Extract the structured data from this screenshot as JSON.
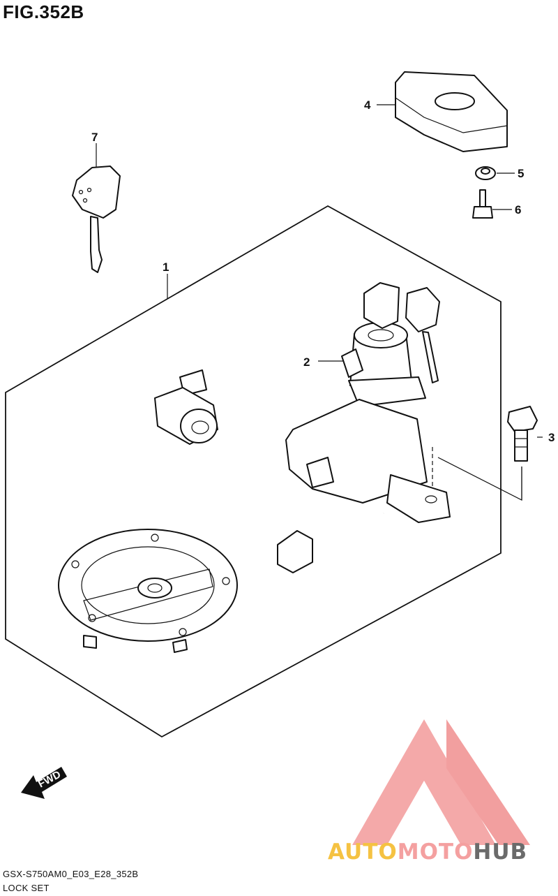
{
  "figure": {
    "title": "FIG.352B"
  },
  "callouts": [
    {
      "number": "1"
    },
    {
      "number": "2"
    },
    {
      "number": "3"
    },
    {
      "number": "4"
    },
    {
      "number": "5"
    },
    {
      "number": "6"
    },
    {
      "number": "7"
    }
  ],
  "direction_arrow": {
    "label": "FWD"
  },
  "watermark": {
    "word_part_1": "AUTO",
    "word_part_2": "MOTO",
    "word_part_3": "HUB",
    "colors": {
      "primary": "#f4a0a0",
      "secondary": "#f5c242",
      "dark": "#6b6b6b"
    }
  },
  "caption": {
    "model_code": "GSX-S750AM0_E03_E28_352B",
    "part_name": "LOCK SET"
  },
  "colors": {
    "ink": "#111111",
    "background": "#ffffff"
  }
}
